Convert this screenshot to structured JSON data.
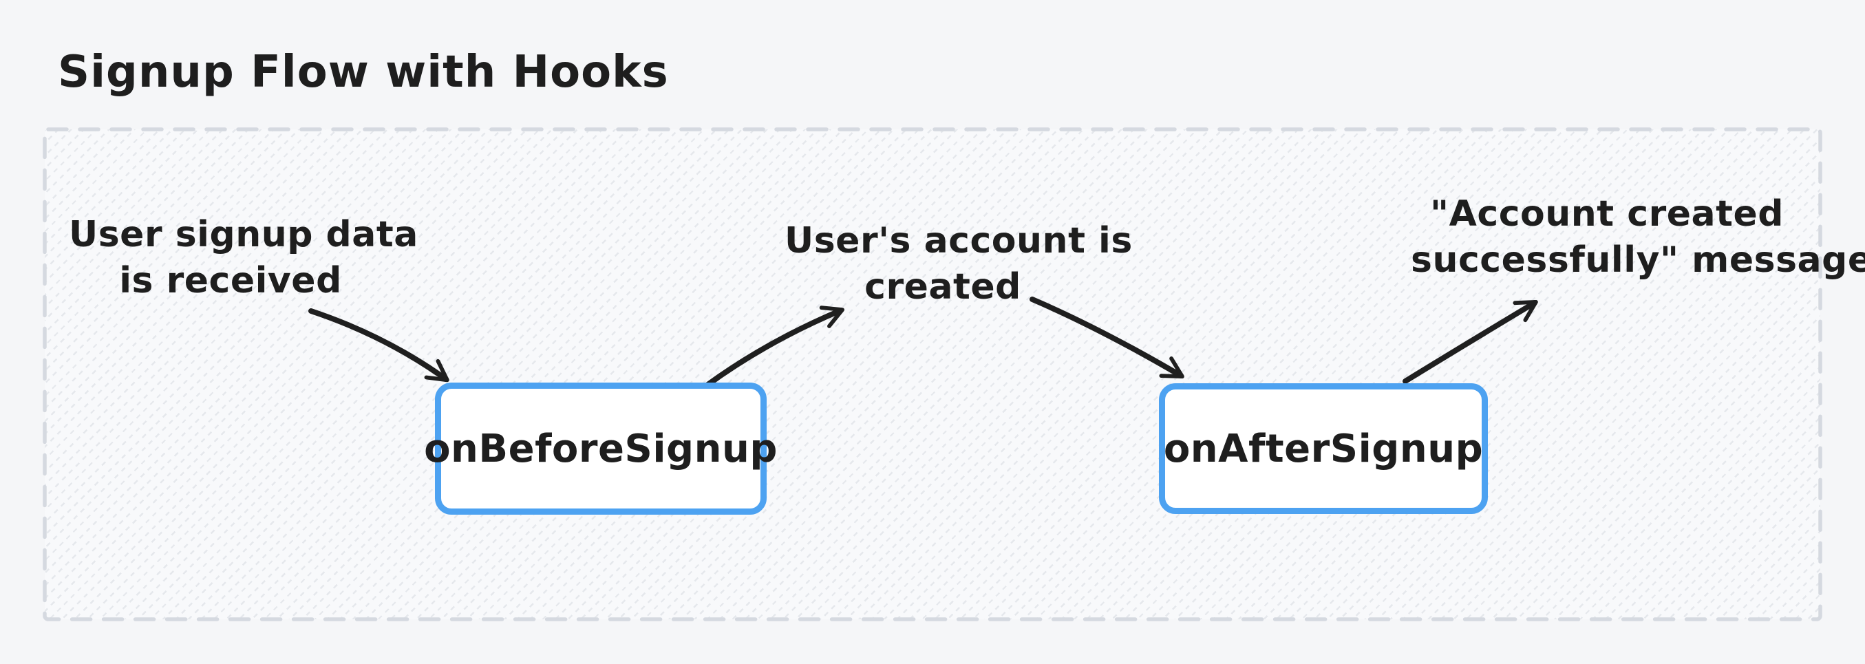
{
  "title": "Signup Flow with Hooks",
  "colors": {
    "page_background": "#f5f6f8",
    "frame_dash": "#d5d9e0",
    "frame_fill": "#f8f9fb",
    "node_border": "#4da2f1",
    "node_fill": "#ffffff",
    "text": "#1e1e1e",
    "arrow": "#1f1f1f"
  },
  "flow": {
    "labels": [
      {
        "name": "signup-data-received",
        "lines": [
          "User signup data",
          "is received"
        ]
      },
      {
        "name": "account-created",
        "lines": [
          "User's account is",
          "created"
        ]
      },
      {
        "name": "success-message",
        "lines": [
          "\"Account created",
          "successfully\" message"
        ]
      }
    ],
    "nodes": [
      {
        "name": "on-before-signup",
        "label": "onBeforeSignup"
      },
      {
        "name": "on-after-signup",
        "label": "onAfterSignup"
      }
    ],
    "arrows": [
      {
        "from": "signup-data-received",
        "to": "on-before-signup"
      },
      {
        "from": "on-before-signup",
        "to": "account-created"
      },
      {
        "from": "account-created",
        "to": "on-after-signup"
      },
      {
        "from": "on-after-signup",
        "to": "success-message"
      }
    ]
  }
}
